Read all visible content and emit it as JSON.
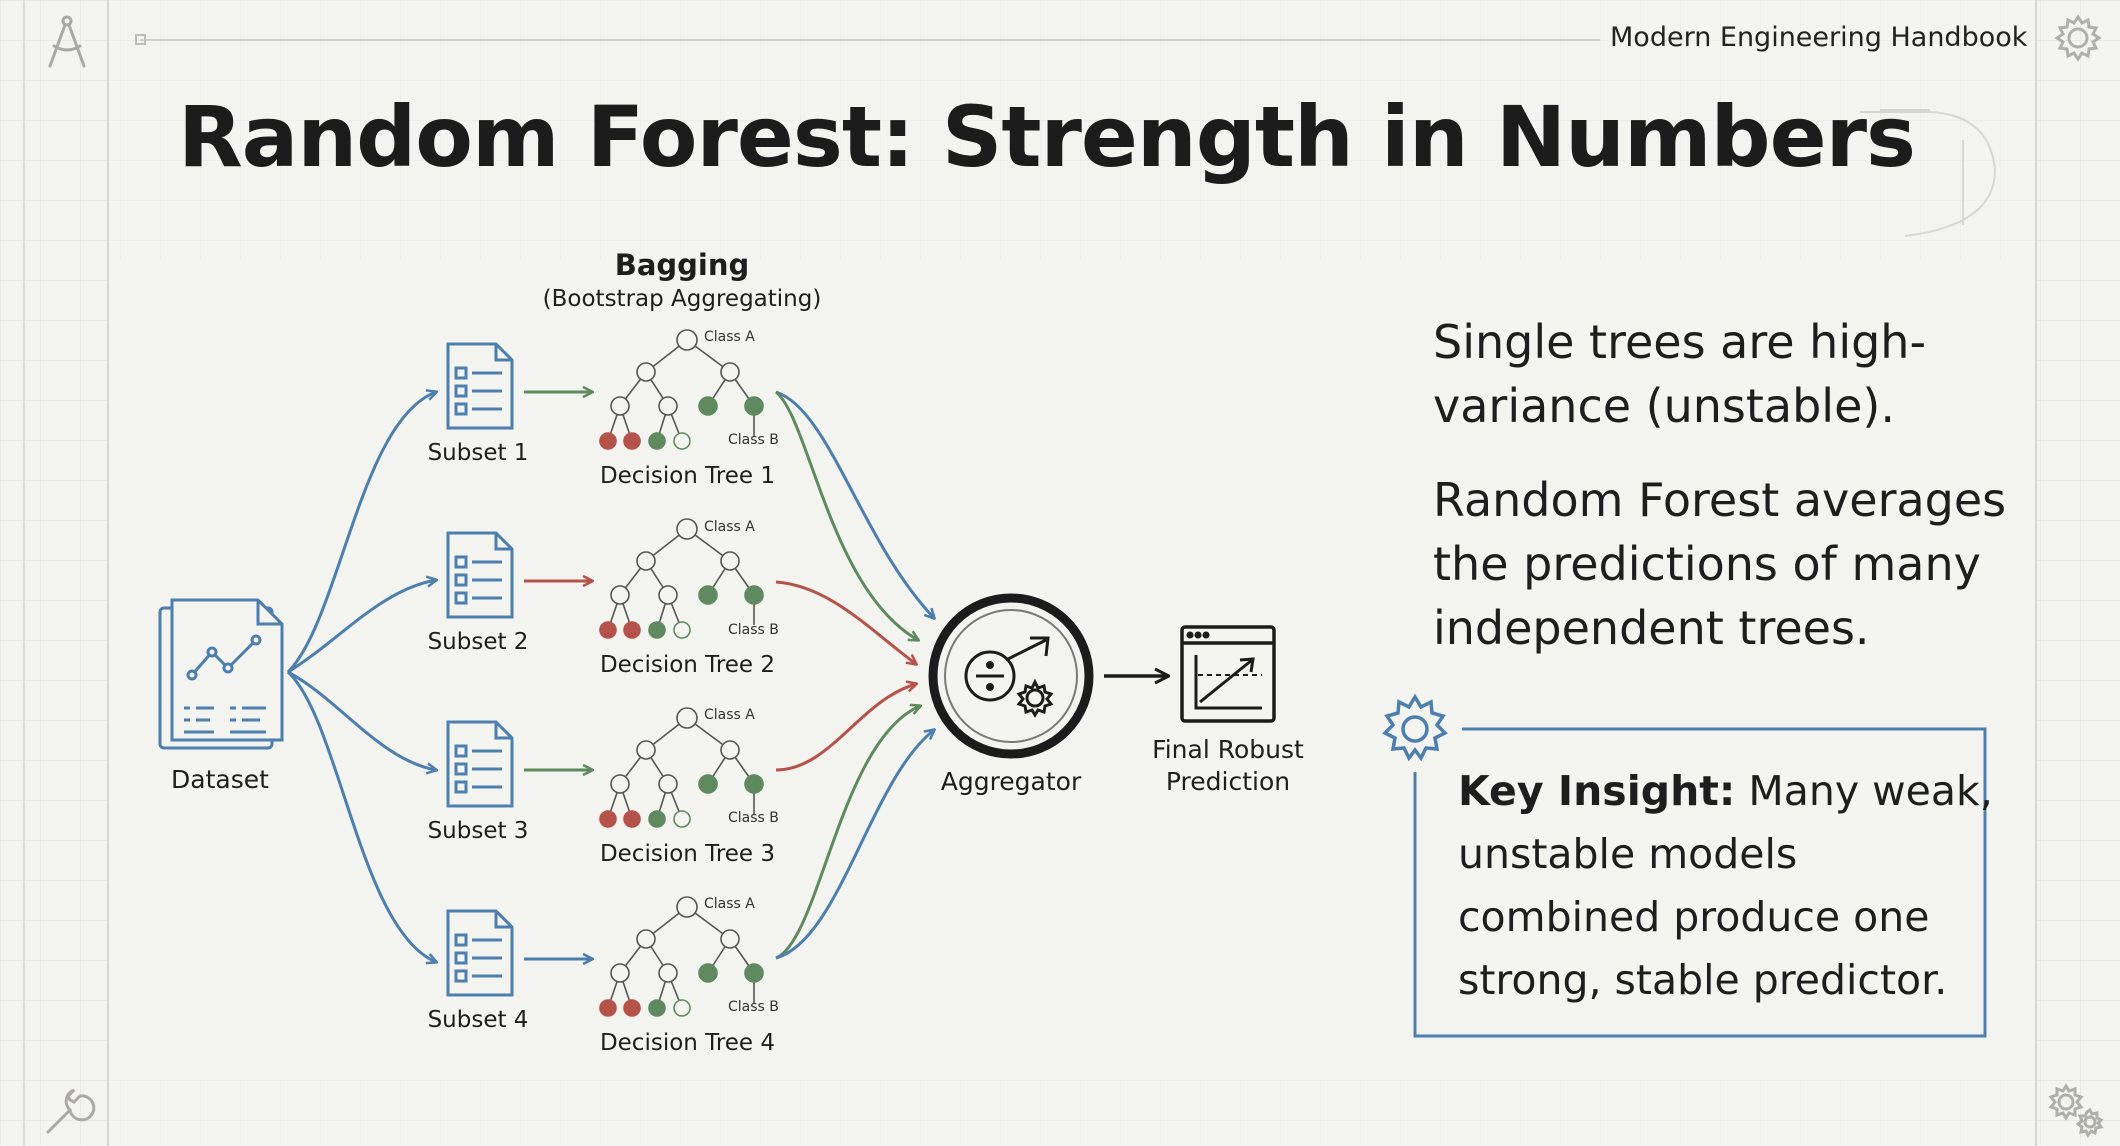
{
  "header": {
    "label": "Modern Engineering Handbook",
    "icons": [
      "compass-icon",
      "gear-icon",
      "wrench-icon",
      "gears-icon"
    ]
  },
  "title": "Random Forest: Strength in Numbers",
  "diagram": {
    "bagging_title": "Bagging",
    "bagging_subtitle": "(Bootstrap Aggregating)",
    "dataset_label": "Dataset",
    "subsets": [
      "Subset 1",
      "Subset 2",
      "Subset 3",
      "Subset 4"
    ],
    "trees": [
      "Decision Tree 1",
      "Decision Tree 2",
      "Decision Tree 3",
      "Decision Tree 4"
    ],
    "tree_class_a": "Class A",
    "tree_class_b": "Class B",
    "aggregator_label": "Aggregator",
    "prediction_label_line1": "Final Robust",
    "prediction_label_line2": "Prediction",
    "colors": {
      "blue": "#4d7fae",
      "red": "#b5524a",
      "green": "#5f8a5f",
      "dark": "#1c1c1c"
    }
  },
  "text": {
    "para1": "Single trees are high-variance (unstable).",
    "para2": "Random Forest averages the predictions of many independent trees.",
    "insight_bold": "Key Insight:",
    "insight_rest": " Many weak, unstable models combined produce one strong, stable predictor."
  }
}
